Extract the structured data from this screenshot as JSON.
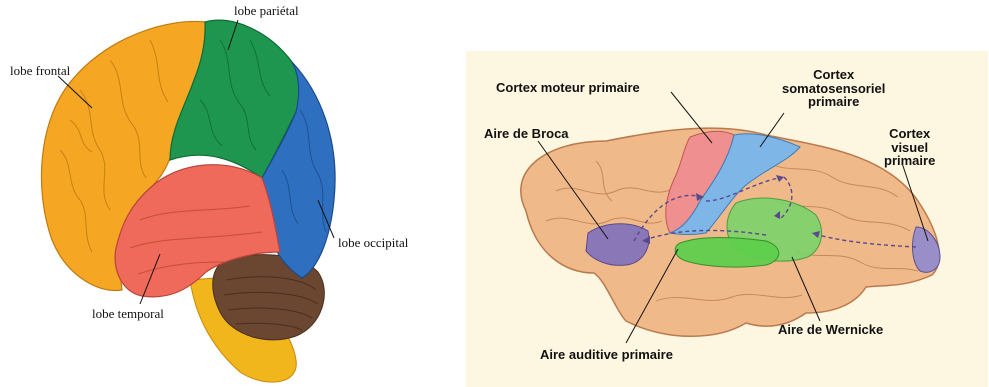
{
  "left_diagram": {
    "labels": {
      "parietal": "lobe pariétal",
      "frontal": "lobe frontal",
      "occipital": "lobe occipital",
      "temporal": "lobe temporal"
    },
    "colors": {
      "frontal": "#f5a623",
      "parietal": "#1e9650",
      "occipital": "#2f6fc0",
      "temporal": "#ef6a5a",
      "cerebellum": "#6b4630",
      "brainstem": "#f2b61d"
    }
  },
  "right_diagram": {
    "labels": {
      "motor": "Cortex moteur primaire",
      "somato_line1": "Cortex",
      "somato_line2": "somatosensoriel",
      "somato_line3": "primaire",
      "broca": "Aire de Broca",
      "visual_line1": "Cortex",
      "visual_line2": "visuel",
      "visual_line3": "primaire",
      "wernicke": "Aire de Wernicke",
      "auditory": "Aire auditive primaire"
    },
    "colors": {
      "background": "#fdf6e0",
      "brain": "#f0b98a",
      "motor": "#f08f8f",
      "somatosensory": "#7fb6e8",
      "broca": "#8a77b8",
      "wernicke": "#7bd36a",
      "auditory": "#5fcf4d",
      "visual": "#9a8ec8"
    }
  }
}
